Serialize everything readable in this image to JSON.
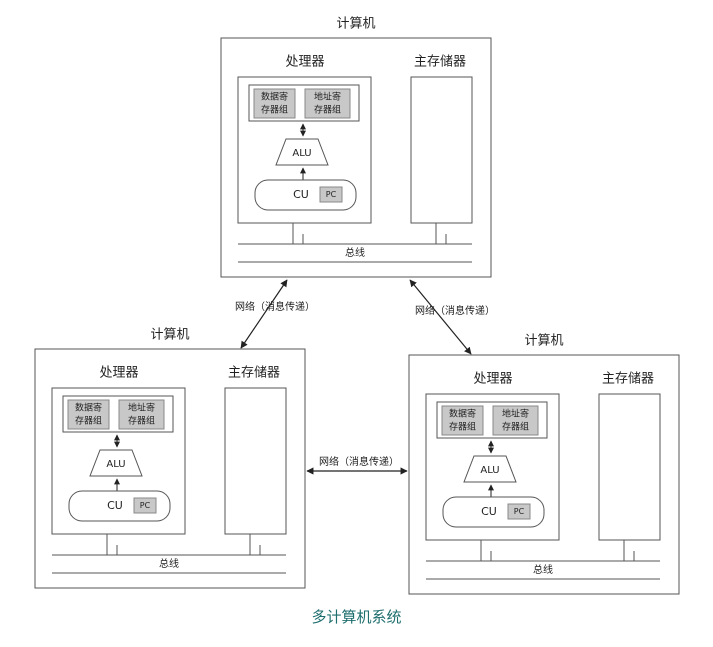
{
  "computers": [
    {
      "title": "计算机",
      "processor_label": "处理器",
      "memory_label": "主存储器",
      "data_register_label": [
        "数据寄",
        "存器组"
      ],
      "address_register_label": [
        "地址寄",
        "存器组"
      ],
      "alu_label": "ALU",
      "cu_label": "CU",
      "pc_label": "PC",
      "bus_label": "总线"
    },
    {
      "title": "计算机",
      "processor_label": "处理器",
      "memory_label": "主存储器",
      "data_register_label": [
        "数据寄",
        "存器组"
      ],
      "address_register_label": [
        "地址寄",
        "存器组"
      ],
      "alu_label": "ALU",
      "cu_label": "CU",
      "pc_label": "PC",
      "bus_label": "总线"
    },
    {
      "title": "计算机",
      "processor_label": "处理器",
      "memory_label": "主存储器",
      "data_register_label": [
        "数据寄",
        "存器组"
      ],
      "address_register_label": [
        "地址寄",
        "存器组"
      ],
      "alu_label": "ALU",
      "cu_label": "CU",
      "pc_label": "PC",
      "bus_label": "总线"
    }
  ],
  "network_links": [
    {
      "label": "网络（消息传递）"
    },
    {
      "label": "网络（消息传递）"
    },
    {
      "label": "网络（消息传递）"
    }
  ],
  "caption": "多计算机系统",
  "colors": {
    "line": "#555555",
    "register_fill": "#c8c8c8",
    "caption": "#1f6e6e"
  }
}
